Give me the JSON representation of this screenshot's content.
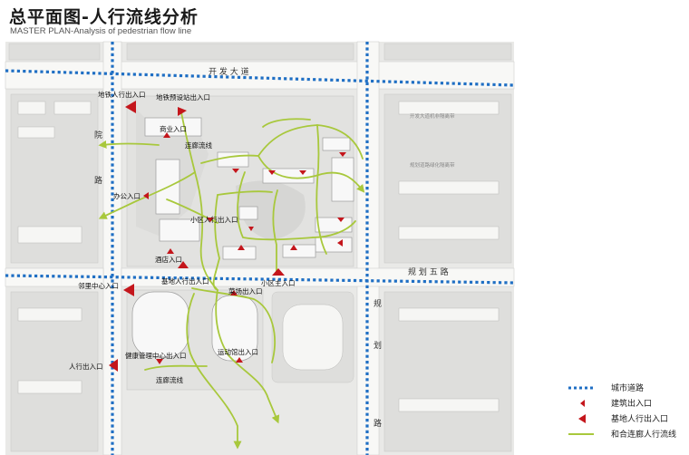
{
  "header": {
    "title": "总平面图-人行流线分析",
    "subtitle": "MASTER PLAN-Analysis of pedestrian flow line"
  },
  "colors": {
    "city_road": "#1f6fc4",
    "entrance_marker": "#c4161c",
    "flow_line": "#a8c83c",
    "ground": "#e8e8e6",
    "building": "#f7f7f7"
  },
  "roads": {
    "north": "开 发 大 道",
    "north_small": "开发大道机非隔离带",
    "west": [
      "院",
      "路"
    ],
    "east_small": "规划道路绿化隔离带",
    "south_east": "规 划 五 路",
    "vertical": [
      "规",
      "划",
      "路"
    ]
  },
  "labels": {
    "ground_entrance_1": "地铁人行出入口",
    "metro_entrance": "地铁预设站出入口",
    "commercial_entrance": "商业入口",
    "corridor_flow_1": "连廊流线",
    "office_entrance": "办公入口",
    "district_entrance_1": "小区人行出入口",
    "hotel_entrance": "酒店入口",
    "ground_entrance_2": "基地人行出入口",
    "district_main_entrance": "小区主入口",
    "neighborhood_entrance": "邻里中心入口",
    "market_entrance": "菜场出入口",
    "health_center_entrance": "健康管理中心出入口",
    "stadium_entrance": "运动馆出入口",
    "ground_entrance_3": "人行出入口",
    "corridor_flow_2": "连廊流线"
  },
  "legend": [
    {
      "icon": "dotted-blue-line",
      "label": "城市道路"
    },
    {
      "icon": "small-red-triangle",
      "label": "建筑出入口"
    },
    {
      "icon": "large-red-triangle",
      "label": "基地人行出入口"
    },
    {
      "icon": "green-line",
      "label": "和合连廊人行流线"
    }
  ]
}
